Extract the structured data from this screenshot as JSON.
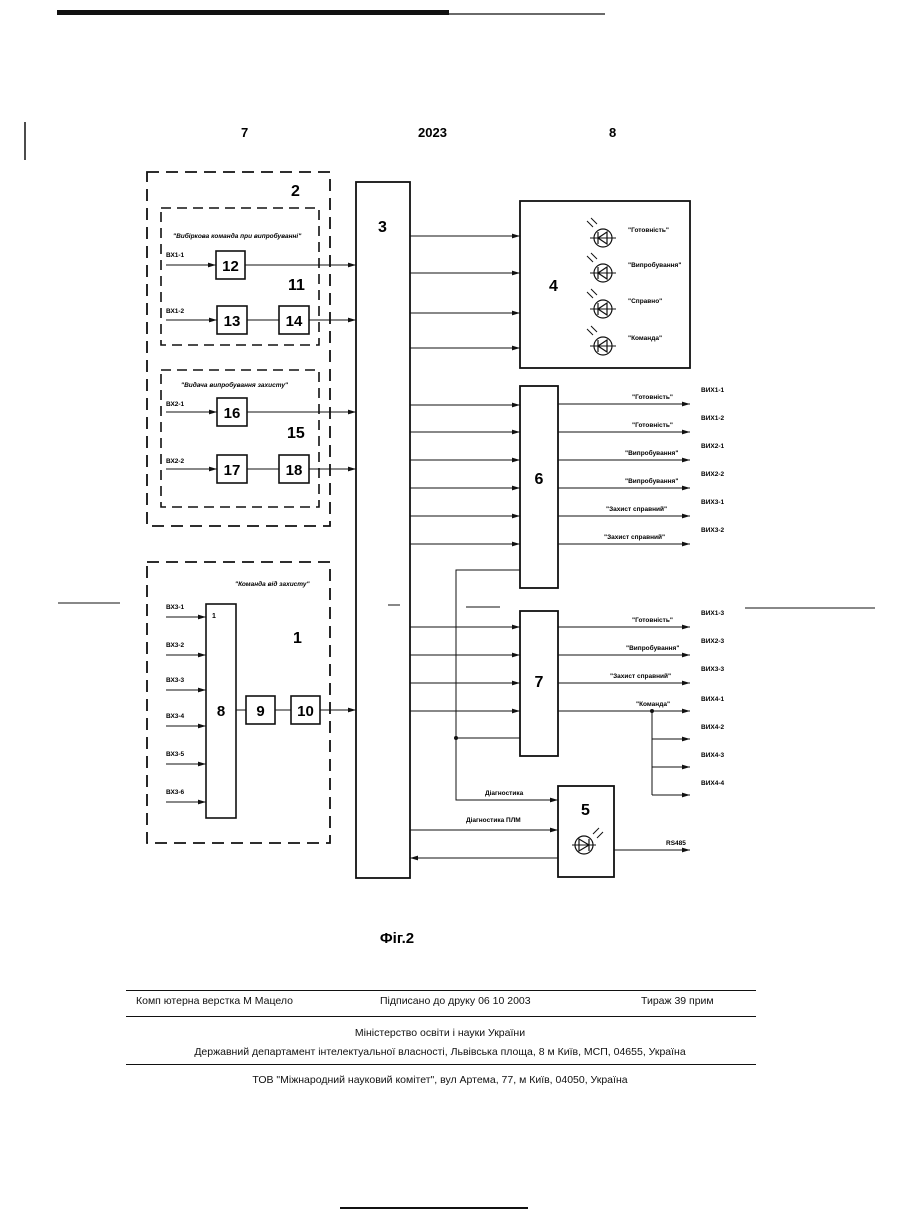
{
  "header": {
    "left_number": "7",
    "center_number": "2023",
    "right_number": "8"
  },
  "blocks": {
    "b1": "1",
    "b2": "2",
    "b3": "3",
    "b4": "4",
    "b5": "5",
    "b6": "6",
    "b7": "7",
    "b8": "8",
    "b9": "9",
    "b10": "10",
    "b11": "11",
    "b12": "12",
    "b13": "13",
    "b14": "14",
    "b15": "15",
    "b16": "16",
    "b17": "17",
    "b18": "18",
    "b8_pin": "1"
  },
  "group_titles": {
    "group11": "\"Вибіркова команда при випробуванні\"",
    "group15": "\"Видача випробування захисту\"",
    "group1": "\"Команда від захисту\""
  },
  "inputs": {
    "bx1_1": "ВХ1-1",
    "bx1_2": "ВХ1-2",
    "bx2_1": "ВХ2-1",
    "bx2_2": "ВХ2-2",
    "bx3": [
      "ВХ3-1",
      "ВХ3-2",
      "ВХ3-3",
      "ВХ3-4",
      "ВХ3-5",
      "ВХ3-6"
    ]
  },
  "indicators4": [
    "\"Готовність\"",
    "\"Випробування\"",
    "\"Справно\"",
    "\"Команда\""
  ],
  "block6_signals": [
    "\"Готовність\"",
    "\"Готовність\"",
    "\"Випробування\"",
    "\"Випробування\"",
    "\"Захист справний\"",
    "\"Захист справний\""
  ],
  "block6_outputs": [
    "ВИХ1-1",
    "ВИХ1-2",
    "ВИХ2-1",
    "ВИХ2-2",
    "ВИХ3-1",
    "ВИХ3-2"
  ],
  "block7_signals": [
    "\"Готовність\"",
    "\"Випробування\"",
    "\"Захист справний\"",
    "\"Команда\""
  ],
  "block7_outputs": [
    "ВИХ1-3",
    "ВИХ2-3",
    "ВИХ3-3",
    "ВИХ4-1",
    "ВИХ4-2",
    "ВИХ4-3",
    "ВИХ4-4"
  ],
  "diag": {
    "diag1": "Діагностика",
    "diag2": "Діагностика ПЛМ",
    "rs": "RS485"
  },
  "figure_caption": "Фіг.2",
  "footer": {
    "layout": "Комп ютерна верстка М  Мацело",
    "signed": "Підписано до друку 06 10 2003",
    "copies": "Тираж 39 прим",
    "ministry": "Міністерство освіти і науки України",
    "department": "Державний департамент інтелектуальної власності, Львівська площа, 8  м  Київ, МСП, 04655, Україна",
    "publisher": "ТОВ \"Міжнародний науковий комітет\", вул  Артема, 77, м  Київ, 04050, Україна"
  }
}
